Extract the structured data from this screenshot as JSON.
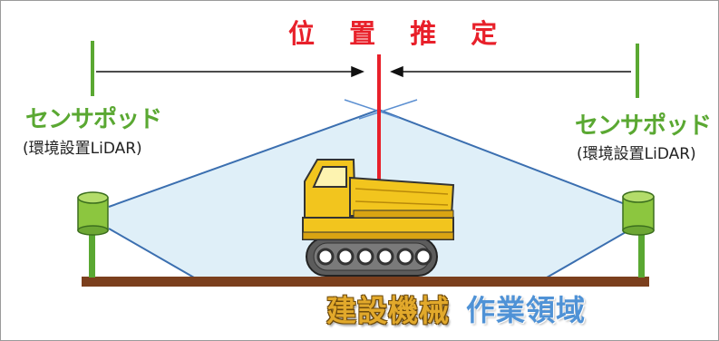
{
  "title": "位 置 推 定",
  "left_pod": {
    "label": "センサポッド",
    "sub": "(環境設置LiDAR)"
  },
  "right_pod": {
    "label": "センサポッド",
    "sub": "(環境設置LiDAR)"
  },
  "machine_label": "建設機械",
  "area_label": "作業領域",
  "colors": {
    "title_red": "#e8202a",
    "pod_green": "#5aa832",
    "area_blue": "#4f92d6",
    "machine_yellow": "#f2c51e",
    "ground_brown": "#7b3f1d"
  }
}
